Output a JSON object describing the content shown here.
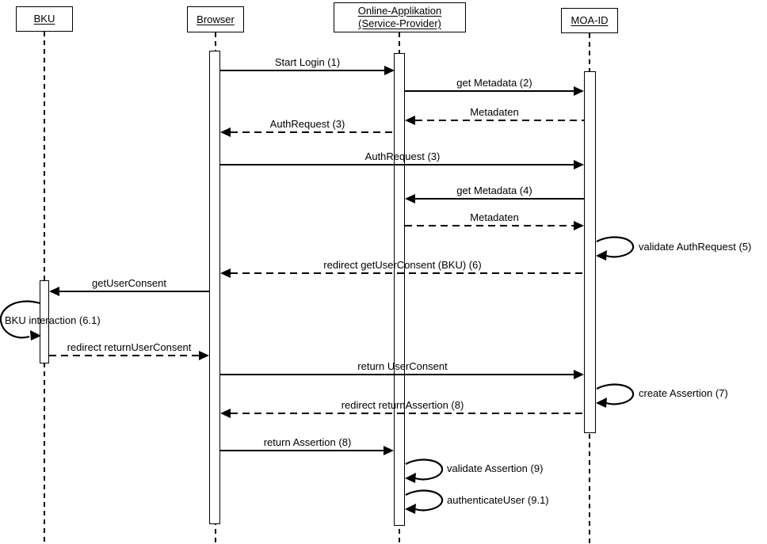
{
  "diagram_title": "MOA-ID login sequence diagram",
  "colors": {
    "line": "#000000",
    "background": "#ffffff",
    "text": "#000000"
  },
  "actors": [
    {
      "label": "BKU"
    },
    {
      "label": "Browser"
    },
    {
      "label": "Online-Applikation (Service-Provider)"
    },
    {
      "label": "MOA-ID"
    }
  ],
  "messages": [
    {
      "label": "Start Login (1)",
      "from": "Browser",
      "to": "Online-Applikation (Service-Provider)",
      "line": "solid",
      "direction": "right"
    },
    {
      "label": "get Metadata (2)",
      "from": "Online-Applikation (Service-Provider)",
      "to": "MOA-ID",
      "line": "solid",
      "direction": "right"
    },
    {
      "label": "Metadaten",
      "from": "MOA-ID",
      "to": "Online-Applikation (Service-Provider)",
      "line": "dashed",
      "direction": "left"
    },
    {
      "label": "AuthRequest (3)",
      "from": "Online-Applikation (Service-Provider)",
      "to": "Browser",
      "line": "dashed",
      "direction": "left"
    },
    {
      "label": "AuthRequest (3)",
      "from": "Browser",
      "to": "MOA-ID",
      "line": "solid",
      "direction": "right"
    },
    {
      "label": "get Metadata (4)",
      "from": "MOA-ID",
      "to": "Online-Applikation (Service-Provider)",
      "line": "solid",
      "direction": "left"
    },
    {
      "label": "Metadaten",
      "from": "Online-Applikation (Service-Provider)",
      "to": "MOA-ID",
      "line": "dashed",
      "direction": "right"
    },
    {
      "label": "redirect getUserConsent (BKU) (6)",
      "from": "MOA-ID",
      "to": "Browser",
      "line": "dashed",
      "direction": "left"
    },
    {
      "label": "getUserConsent",
      "from": "Browser",
      "to": "BKU",
      "line": "solid",
      "direction": "left"
    },
    {
      "label": "redirect returnUserConsent",
      "from": "BKU",
      "to": "Browser",
      "line": "dashed",
      "direction": "right"
    },
    {
      "label": "return UserConsent",
      "from": "Browser",
      "to": "MOA-ID",
      "line": "solid",
      "direction": "right"
    },
    {
      "label": "redirect returnAssertion (8)",
      "from": "MOA-ID",
      "to": "Browser",
      "line": "dashed",
      "direction": "left"
    },
    {
      "label": "return Assertion (8)",
      "from": "Browser",
      "to": "Online-Applikation (Service-Provider)",
      "line": "solid",
      "direction": "right"
    }
  ],
  "self_messages": [
    {
      "label": "validate AuthRequest (5)",
      "actor": "MOA-ID",
      "side": "right"
    },
    {
      "label": "BKU interaction (6.1)",
      "actor": "BKU",
      "side": "left"
    },
    {
      "label": "create Assertion (7)",
      "actor": "MOA-ID",
      "side": "right"
    },
    {
      "label": "validate Assertion (9)",
      "actor": "Online-Applikation (Service-Provider)",
      "side": "right"
    },
    {
      "label": "authenticateUser (9.1)",
      "actor": "Online-Applikation (Service-Provider)",
      "side": "right"
    }
  ]
}
